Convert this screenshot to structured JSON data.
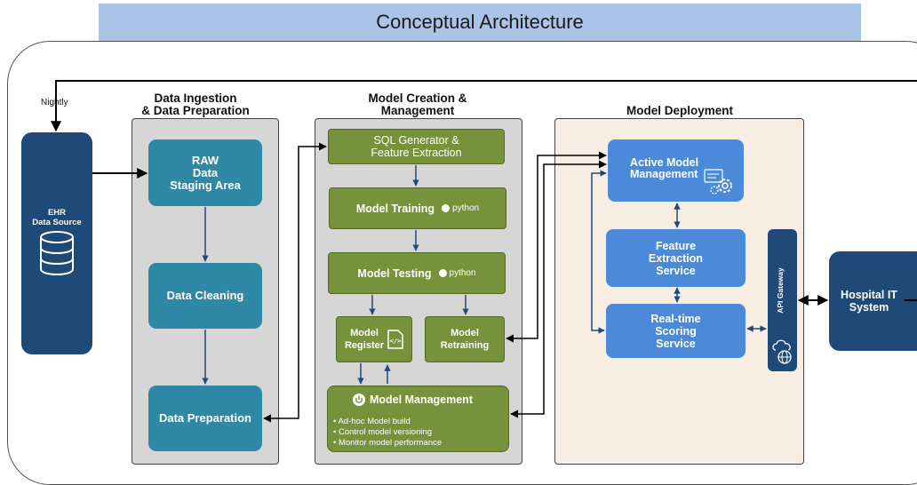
{
  "title": "Conceptual Architecture",
  "nightly_label": "Nightly",
  "ehr": {
    "line1": "EHR",
    "line2": "Data Source"
  },
  "sections": {
    "ingestion": {
      "line1": "Data Ingestion",
      "line2": "& Data Preparation"
    },
    "creation": {
      "line1": "Model Creation &",
      "line2": "Management"
    },
    "deployment": "Model Deployment"
  },
  "ingestion_boxes": {
    "raw": [
      "RAW",
      "Data",
      "Staging Area"
    ],
    "cleaning": "Data Cleaning",
    "preparation": "Data Preparation"
  },
  "creation_boxes": {
    "sql": [
      "SQL Generator &",
      "Feature Extraction"
    ],
    "training": "Model Training",
    "testing": "Model Testing",
    "python_label": "python",
    "register": [
      "Model",
      "Register"
    ],
    "retraining": [
      "Model",
      "Retraining"
    ],
    "management": "Model Management",
    "management_items": [
      "Ad-hoc Model build",
      "Control model versioning",
      "Monitor model performance"
    ]
  },
  "deployment_boxes": {
    "active": [
      "Active Model",
      "Management"
    ],
    "feature": [
      "Feature",
      "Extraction",
      "Service"
    ],
    "scoring": [
      "Real-time",
      "Scoring",
      "Service"
    ],
    "gateway": "API Gateway"
  },
  "hospital": [
    "Hospital IT",
    "System"
  ]
}
